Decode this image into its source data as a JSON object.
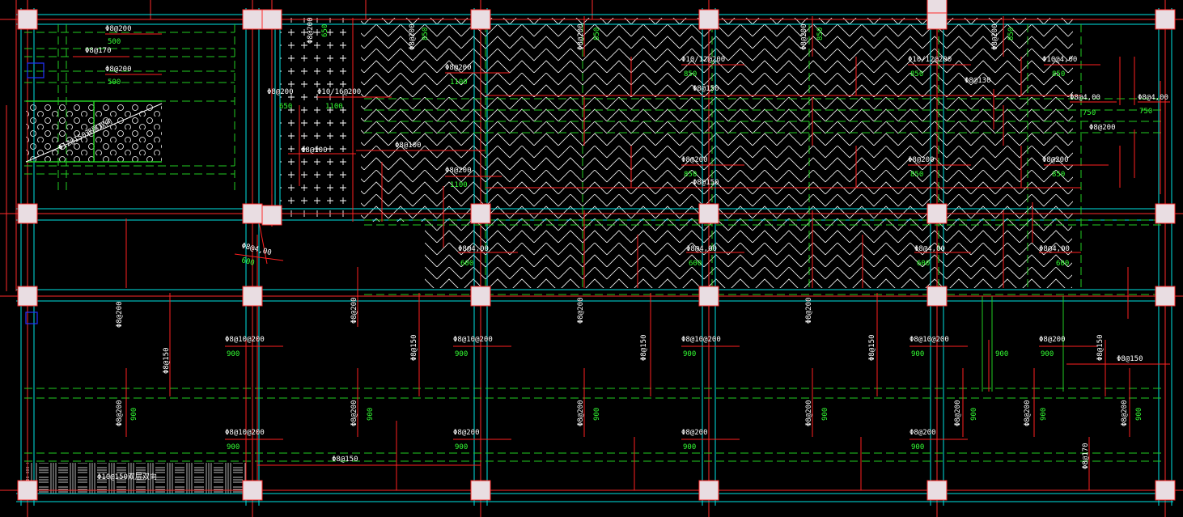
{
  "colors": {
    "background": "#000000",
    "axis": "#ff2a2a",
    "outline": "#00e5e5",
    "dashed_beam": "#22cc22",
    "rebar": "#ff2020",
    "label_white": "#ffffff",
    "label_green": "#33ff33",
    "column_fill": "#e9dde2",
    "hatch": "#ffffff",
    "marker": "#2233ff"
  },
  "labels": {
    "r1": "Φ8@200",
    "r1n": "500",
    "r2": "Φ8@170",
    "r3": "Φ8@200",
    "r3n": "500",
    "r4": "Φ8@200",
    "r4n": "850",
    "r5": "Φ8@200",
    "r5n": "850",
    "r6": "Φ10/12@200",
    "r6n": "850",
    "r7": "Φ8@130",
    "r8": "Φ10@4,00",
    "r8n": "850",
    "r9": "Φ8@4,00",
    "r9n": "750",
    "r10": "Φ8@4,00",
    "r10n": "750",
    "r11": "Φ8@200",
    "r12": "Φ8@200",
    "r12n": "1100",
    "r13": "Φ8@200",
    "r13n": "850",
    "r14": "Φ8@200",
    "r14n": "850",
    "r15": "Φ8@200",
    "r15n": "850",
    "r16": "Φ8@150",
    "r17": "Φ8@150",
    "r18": "Φ8@200",
    "r18n": "1100",
    "r19": "Φ8@100",
    "r20": "Φ8@100",
    "r21": "Φ10/16@200",
    "r21n": "1100",
    "r22": "Φ8@200",
    "r22n": "650",
    "r23": "Φ8@4,00",
    "r23n": "600",
    "r24": "Φ8@4,00",
    "r24n": "600",
    "r25": "Φ8@4,00",
    "r25n": "600",
    "r26": "Φ8@4,00",
    "r26n": "600",
    "r27": "Φ8@4,00",
    "r27n": "600",
    "r28": "Φ8@10@200",
    "r28n": "900",
    "r29": "Φ8@10@200",
    "r29n": "900",
    "r30": "Φ8@10@200",
    "r30n": "900",
    "r31": "Φ8@10@200",
    "r31n": "900",
    "r32": "Φ8@200",
    "r32n": "900",
    "r33": "Φ8@150",
    "r34": "Φ8@10@200",
    "r34n": "900",
    "r35": "Φ8@200",
    "r35n": "900",
    "r36": "Φ8@200",
    "r36n": "900",
    "r37": "Φ8@200",
    "r37n": "900",
    "r38": "Φ8@200",
    "r38n": "900",
    "r39": "Φ8@150",
    "r40": "Φ8@170",
    "pattern_label_1": "Φ12@150双层双向",
    "pattern_label_2": "Φ10@150双层双向"
  }
}
